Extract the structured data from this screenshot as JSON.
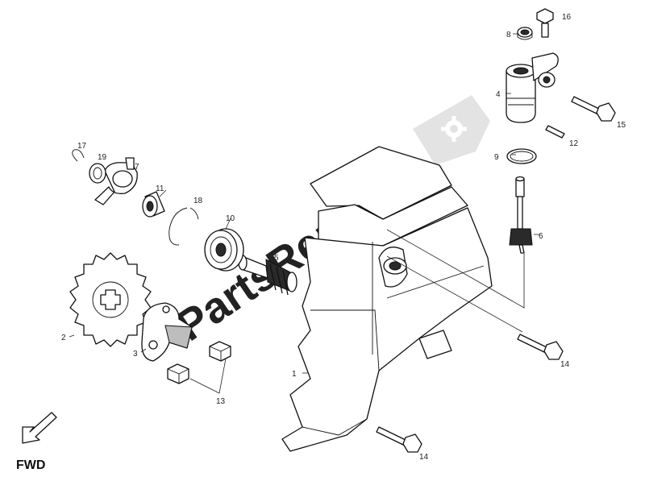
{
  "watermark": {
    "text": "PartsRepublik",
    "icon": "gear-icon"
  },
  "fwd_label": "FWD",
  "parts": [
    {
      "id": "p1",
      "label": "1"
    },
    {
      "id": "p2",
      "label": "2"
    },
    {
      "id": "p3",
      "label": "3"
    },
    {
      "id": "p4",
      "label": "4"
    },
    {
      "id": "p5",
      "label": "5"
    },
    {
      "id": "p6",
      "label": "6"
    },
    {
      "id": "p7",
      "label": "7"
    },
    {
      "id": "p8",
      "label": "8"
    },
    {
      "id": "p9",
      "label": "9"
    },
    {
      "id": "p10",
      "label": "10"
    },
    {
      "id": "p11",
      "label": "11"
    },
    {
      "id": "p12",
      "label": "12"
    },
    {
      "id": "p13",
      "label": "13"
    },
    {
      "id": "p14a",
      "label": "14"
    },
    {
      "id": "p14b",
      "label": "14"
    },
    {
      "id": "p15",
      "label": "15"
    },
    {
      "id": "p16",
      "label": "16"
    },
    {
      "id": "p17",
      "label": "17"
    },
    {
      "id": "p18",
      "label": "18"
    },
    {
      "id": "p19",
      "label": "19"
    }
  ]
}
